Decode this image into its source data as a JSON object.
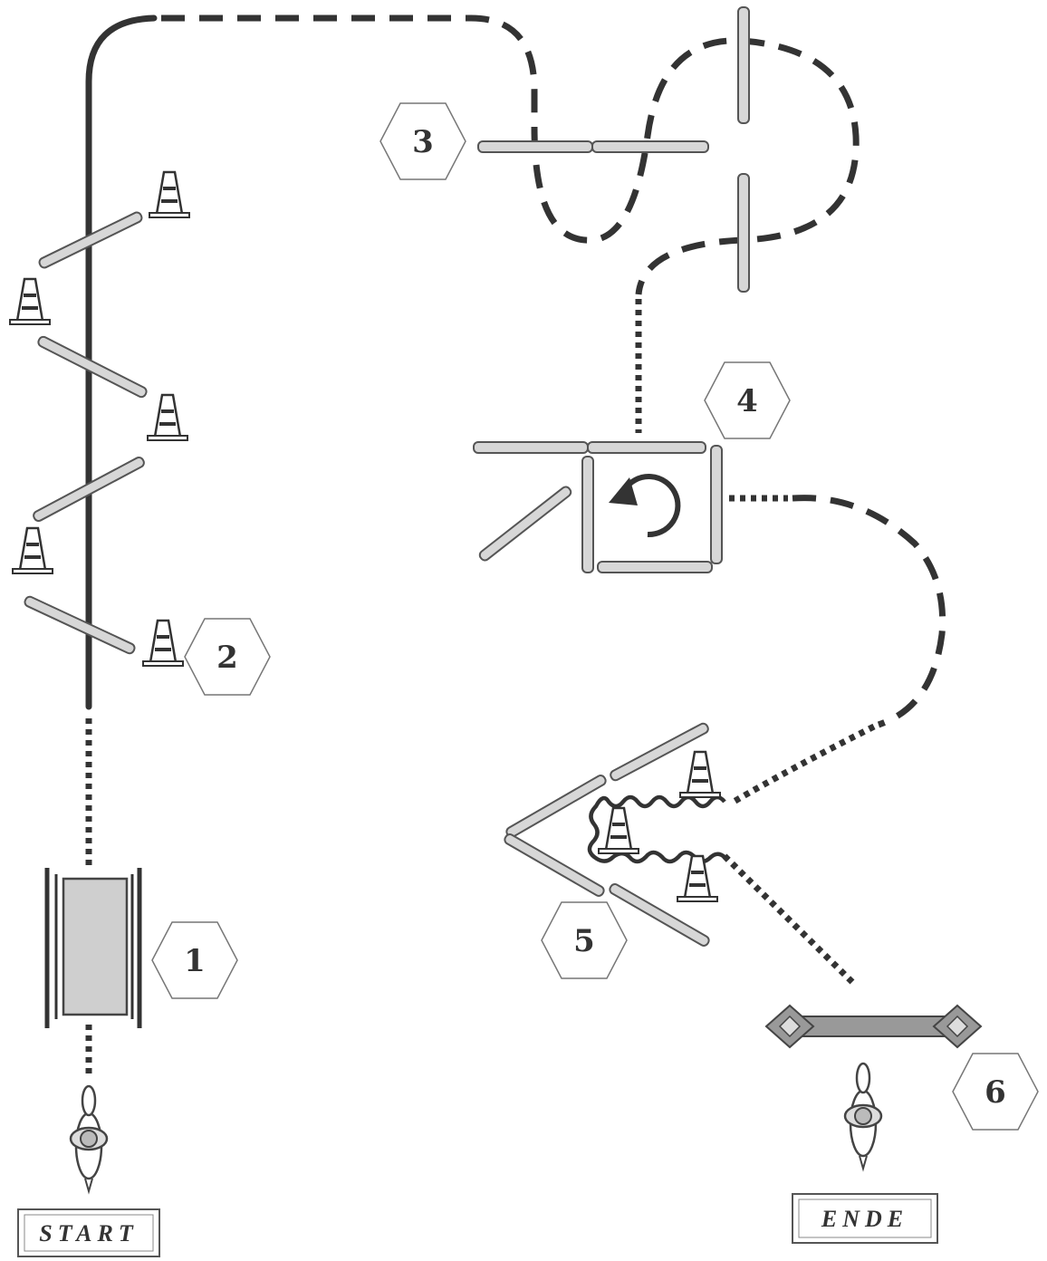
{
  "stations": [
    {
      "number": "1"
    },
    {
      "number": "2"
    },
    {
      "number": "3"
    },
    {
      "number": "4"
    },
    {
      "number": "5"
    },
    {
      "number": "6"
    }
  ],
  "start_label": "START",
  "end_label": "ENDE",
  "icons": [
    "cone-icon",
    "pole-icon",
    "horse-rider-icon",
    "rotation-arrow-icon",
    "bridge-icon"
  ],
  "colors": {
    "line": "#333333",
    "pole_fill": "#d7d7d7",
    "bridge_fill": "#999999"
  }
}
